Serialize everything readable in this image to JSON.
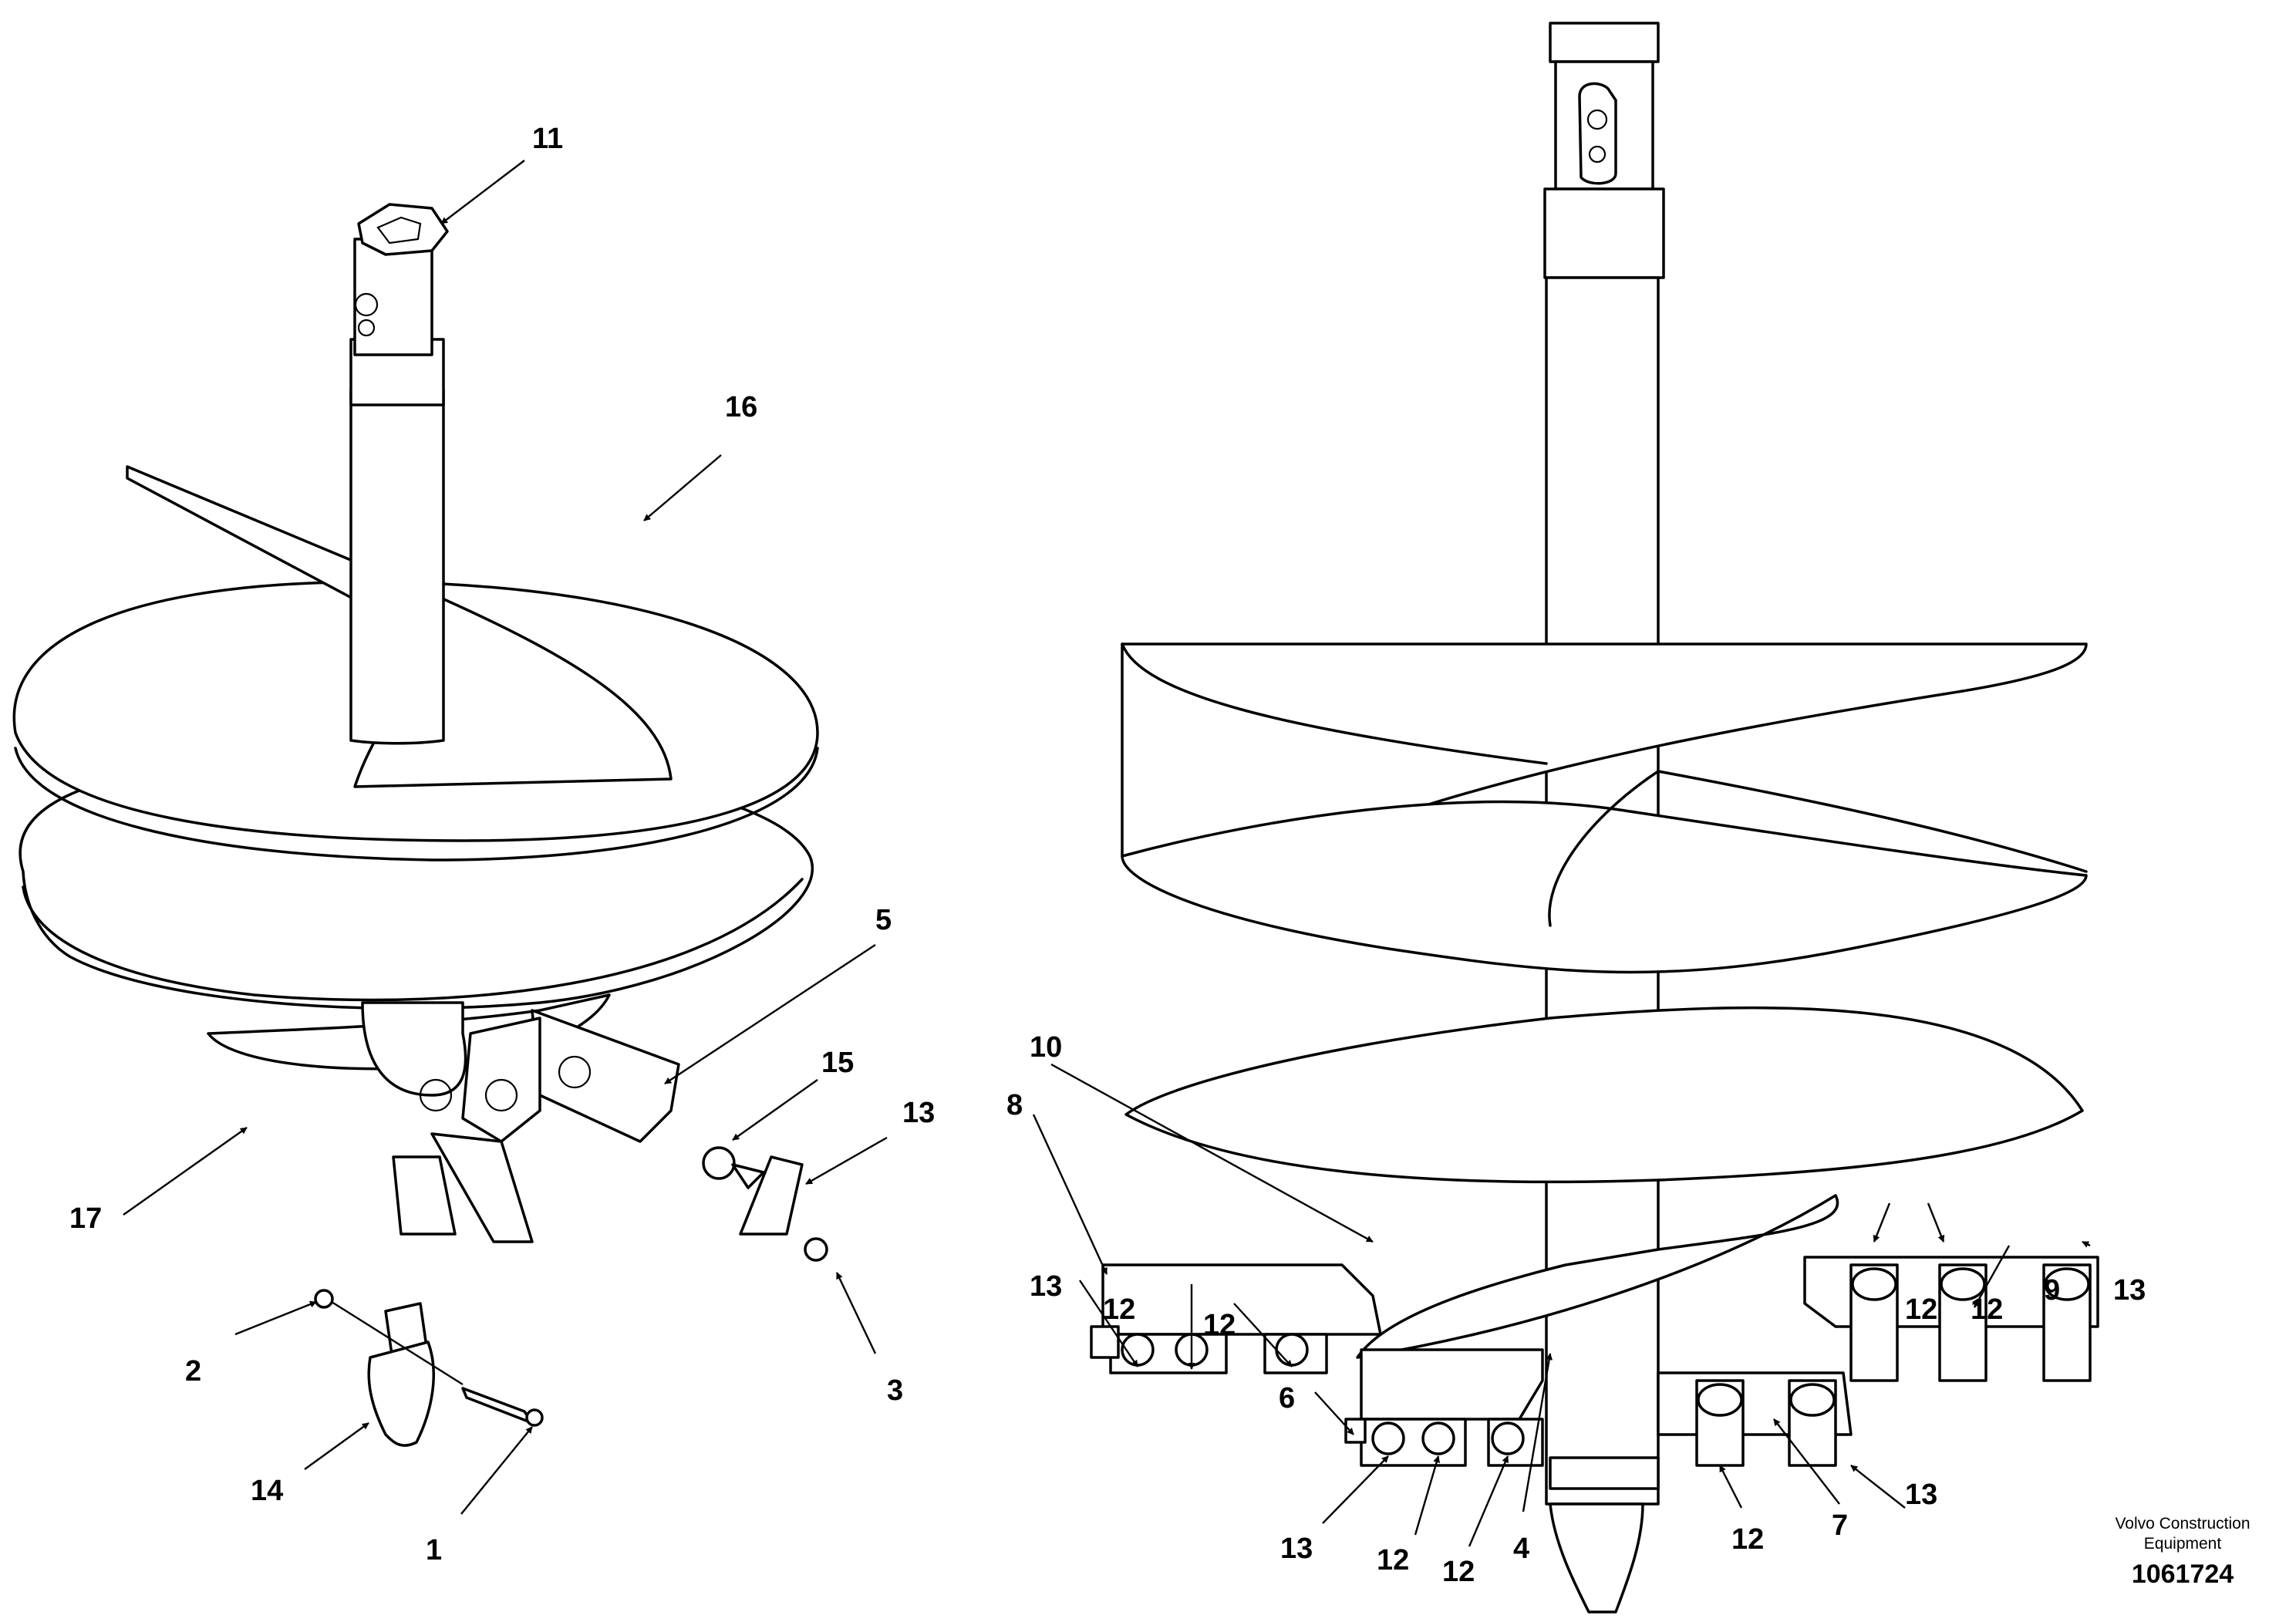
{
  "callouts": {
    "c1": "1",
    "c2": "2",
    "c3": "3",
    "c4": "4",
    "c5": "5",
    "c6": "6",
    "c7": "7",
    "c8": "8",
    "c9": "9",
    "c10": "10",
    "c11": "11",
    "c12": "12",
    "c13": "13",
    "c14": "14",
    "c15": "15",
    "c16": "16",
    "c17": "17"
  },
  "footer": {
    "brand_line1": "Volvo Construction",
    "brand_line2": "Equipment",
    "document_number": "1061724"
  }
}
